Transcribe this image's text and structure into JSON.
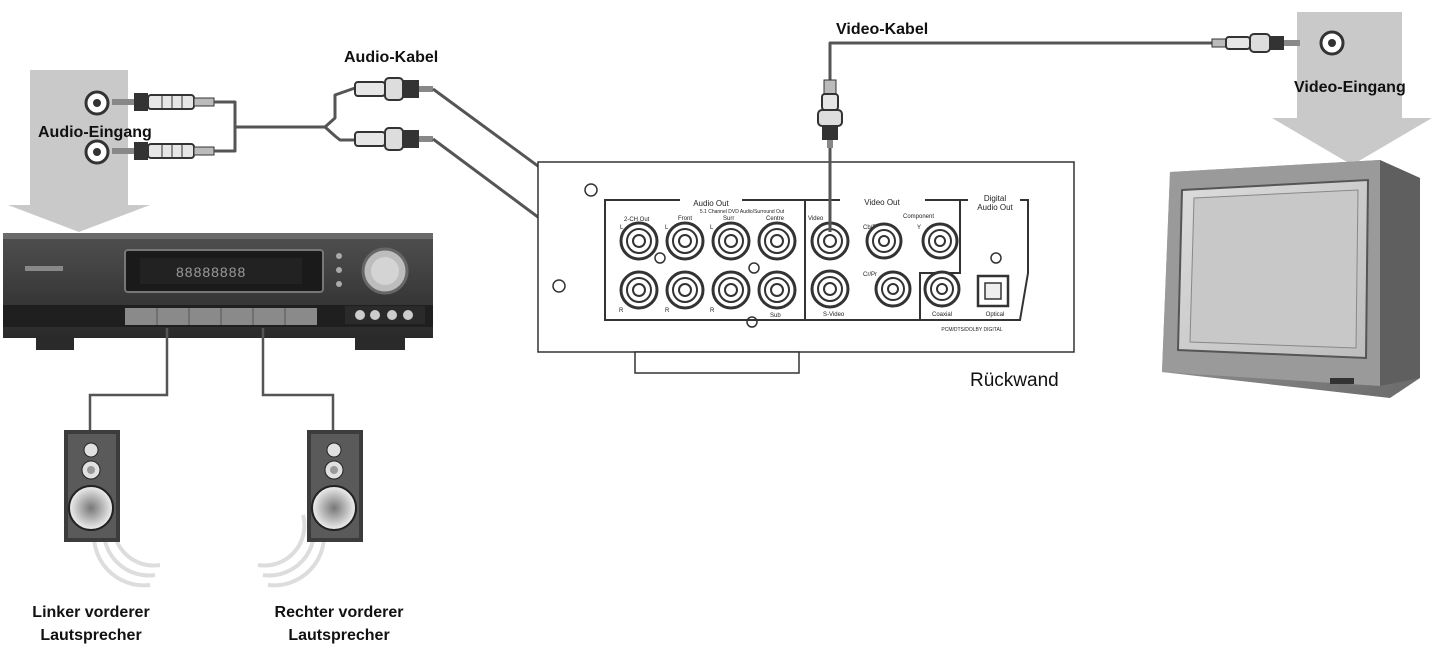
{
  "labels": {
    "audio_cable": "Audio-Kabel",
    "video_cable": "Video-Kabel",
    "audio_input": "Audio-Eingang",
    "video_input": "Video-Eingang",
    "rear_panel": "Rückwand",
    "left_speaker_line1": "Linker vorderer",
    "left_speaker_line2": "Lautsprecher",
    "right_speaker_line1": "Rechter vorderer",
    "right_speaker_line2": "Lautsprecher"
  },
  "panel": {
    "audio_out": "Audio Out",
    "audio_out_sub": "5.1 Channel DVD Audio/Surround Out",
    "two_ch_out": "2-CH Out",
    "front": "Front",
    "surr": "Surr",
    "centre": "Centre",
    "sub": "Sub",
    "l1": "L",
    "l2": "L",
    "l3": "L",
    "r1": "R",
    "r2": "R",
    "r3": "R",
    "video_out": "Video Out",
    "video": "Video",
    "cb_pb": "Cb/Pb",
    "component": "Component",
    "y": "Y",
    "cr_pr": "Cr/Pr",
    "s_video": "S-Video",
    "digital_audio_out_1": "Digital",
    "digital_audio_out_2": "Audio Out",
    "coaxial": "Coaxial",
    "optical": "Optical",
    "digital_formats": "PCM/DTS/DOLBY DIGITAL"
  },
  "receiver": {
    "display": "88888888"
  },
  "colors": {
    "arrow_gray": "#c9c9c9",
    "device_dark": "#3a3a3a",
    "cable_gray": "#555555"
  }
}
